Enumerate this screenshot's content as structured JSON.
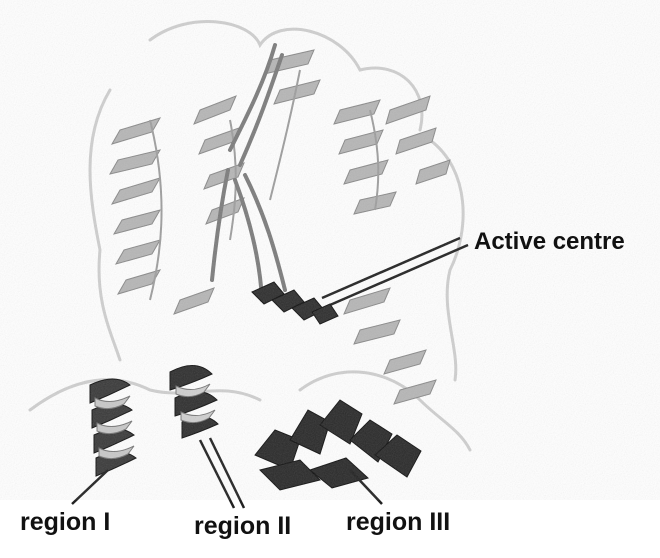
{
  "figure": {
    "labels": {
      "active_centre": "Active centre",
      "region_1": "region I",
      "region_2": "region II",
      "region_3": "region III"
    },
    "colors": {
      "background": "#ffffff",
      "ribbon_light": "#d4d4d4",
      "ribbon_mid": "#a8a8a8",
      "ribbon_dark": "#2a2a2a",
      "text": "#111111"
    }
  }
}
